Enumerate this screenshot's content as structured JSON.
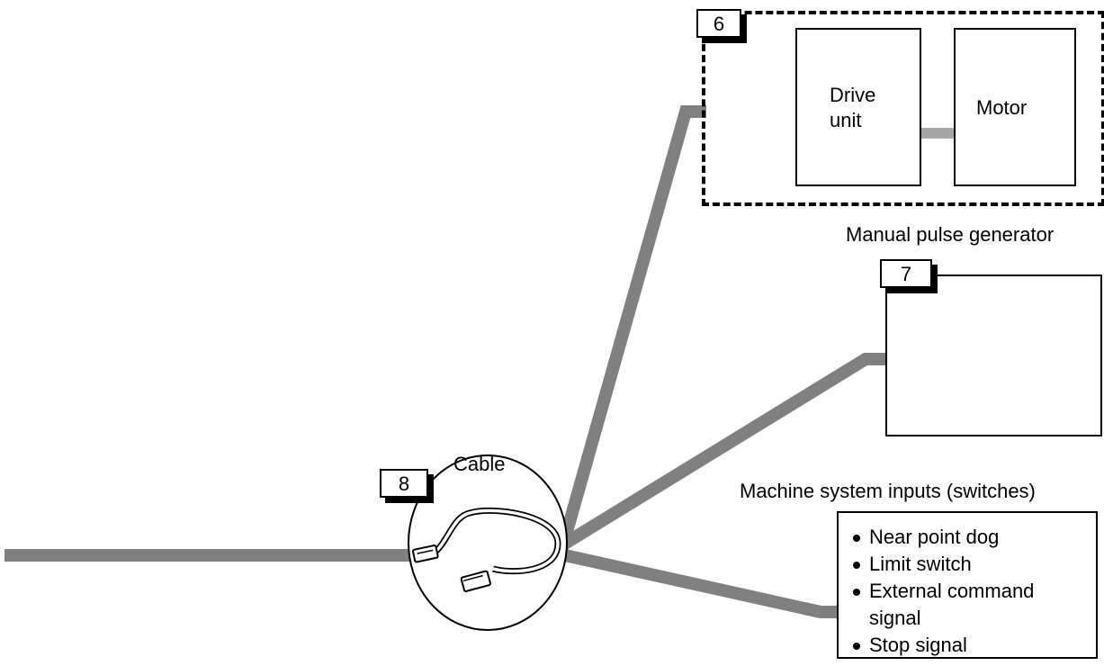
{
  "tags": {
    "six": "6",
    "seven": "7",
    "eight": "8"
  },
  "unit_group": {
    "drive_unit_line1": "Drive",
    "drive_unit_line2": "unit",
    "motor": "Motor"
  },
  "manual_pulse_generator": {
    "title": "Manual pulse generator"
  },
  "cable": {
    "title": "Cable"
  },
  "machine_inputs": {
    "title": "Machine system inputs (switches)",
    "items": [
      "Near point dog",
      "Limit switch",
      "External command signal",
      "Stop signal"
    ]
  },
  "colors": {
    "wire": "#808080",
    "link": "#a6a6a6",
    "outline": "#000000"
  }
}
